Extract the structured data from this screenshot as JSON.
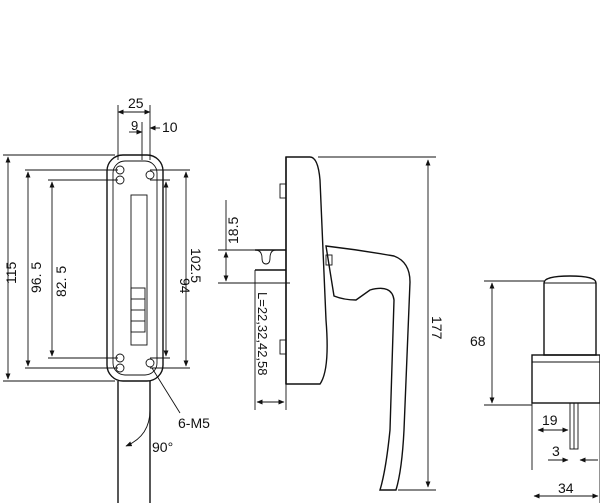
{
  "front_view": {
    "dim_width_top": "25",
    "dim_width_small": "9",
    "dim_width_right": "10",
    "dim_height_total": "115",
    "dim_height_holes_outer": "96. 5",
    "dim_height_holes_inner": "82. 5",
    "dim_height_inner": "94",
    "dim_height_right": "102.5",
    "screw_label": "6-M5",
    "angle_label": "90°"
  },
  "side_view": {
    "dim_spindle": "18.5",
    "dim_spindle_lengths": "L=22,32,42,58",
    "dim_total_height": "177"
  },
  "end_view": {
    "dim_height": "68",
    "dim_offset": "19",
    "dim_pin": "3",
    "dim_width": "34"
  }
}
